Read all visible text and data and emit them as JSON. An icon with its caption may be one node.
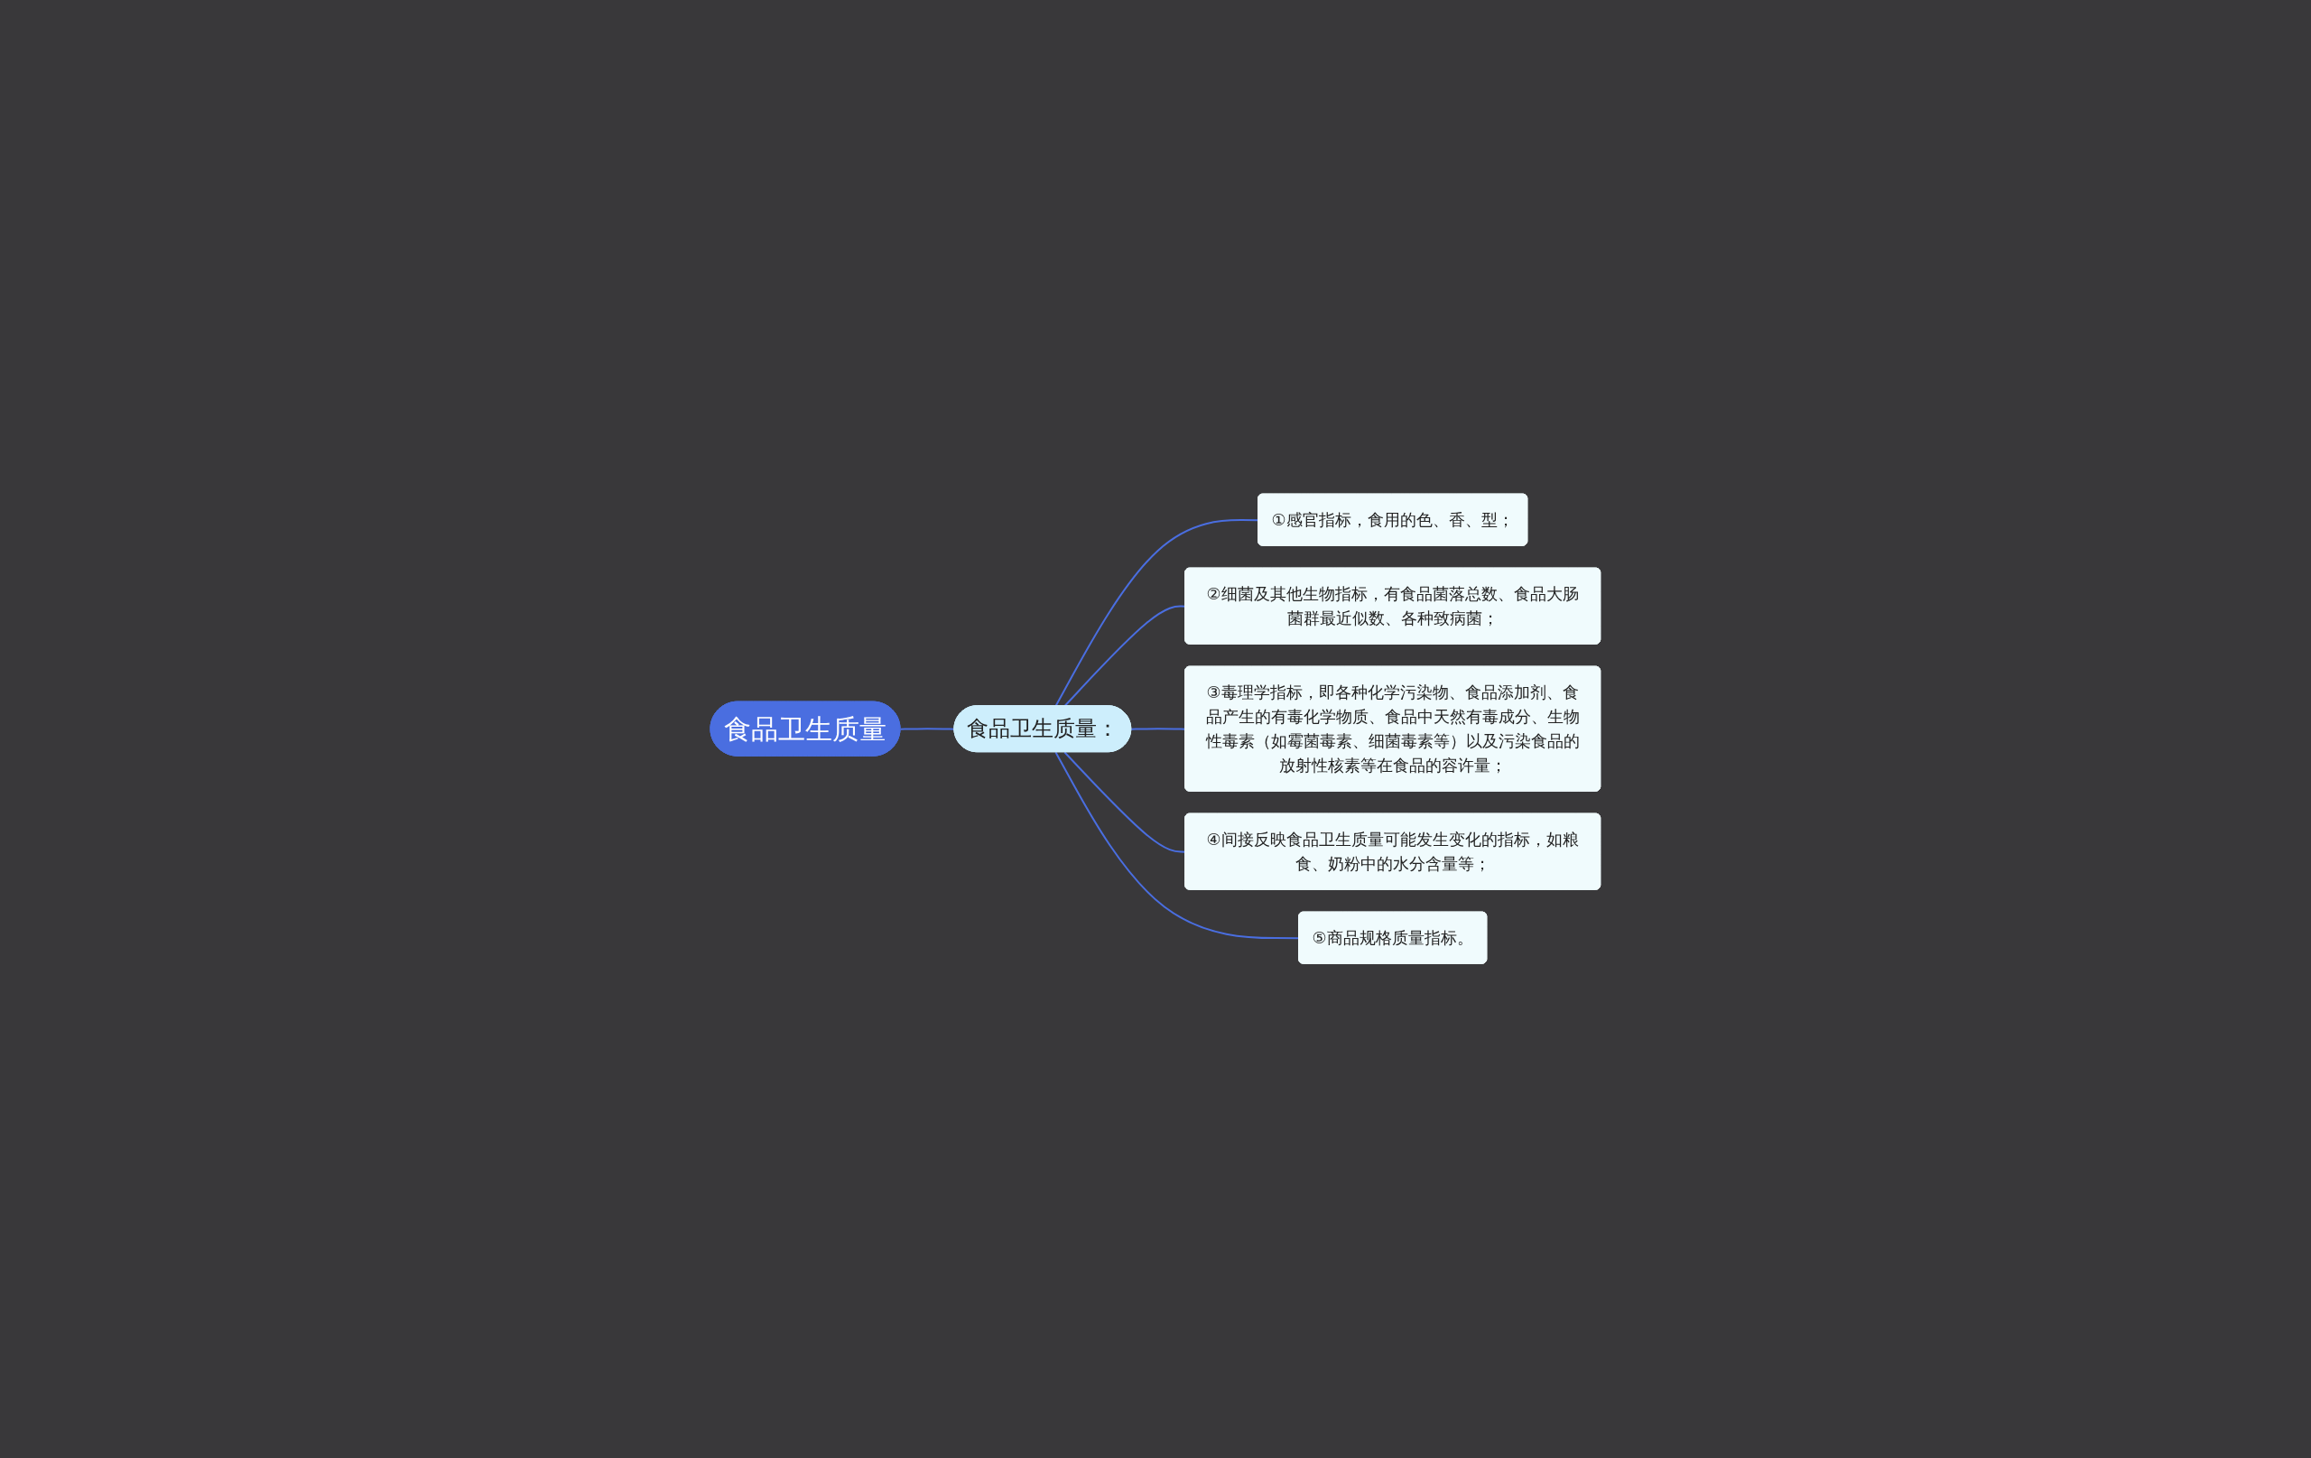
{
  "diagram": {
    "nodes": [
      {
        "text": [
          "食品卫生质量"
        ]
      },
      {
        "text": [
          "食品卫生质量："
        ]
      },
      {
        "text": [
          "①感官指标，食用的色、香、型；"
        ]
      },
      {
        "text": [
          "②细菌及其他生物指标，有食品菌落总数、食品大肠菌群最近似数、各种致病菌；"
        ]
      },
      {
        "text": [
          "③毒理学指标，即各种化学污染物、食品添加剂、食品产生的有毒化学物质、食品中天然有毒成分、生物性毒素（如霉菌毒素、细菌毒素等）以及污染食品的放射性核素等在食品的容许量；"
        ]
      },
      {
        "text": [
          "④间接反映食品卫生质量可能发生变化的指标，如粮食、奶粉中的水分含量等；"
        ]
      },
      {
        "text": [
          "⑤商品规格质量指标。"
        ]
      }
    ],
    "edges": [
      {
        "from": 0,
        "to": 1,
        "arrow": "none"
      },
      {
        "from": 1,
        "to": 2,
        "arrow": "none"
      },
      {
        "from": 1,
        "to": 3,
        "arrow": "none"
      },
      {
        "from": 1,
        "to": 4,
        "arrow": "none"
      },
      {
        "from": 1,
        "to": 5,
        "arrow": "none"
      },
      {
        "from": 1,
        "to": 6,
        "arrow": "none"
      }
    ]
  }
}
